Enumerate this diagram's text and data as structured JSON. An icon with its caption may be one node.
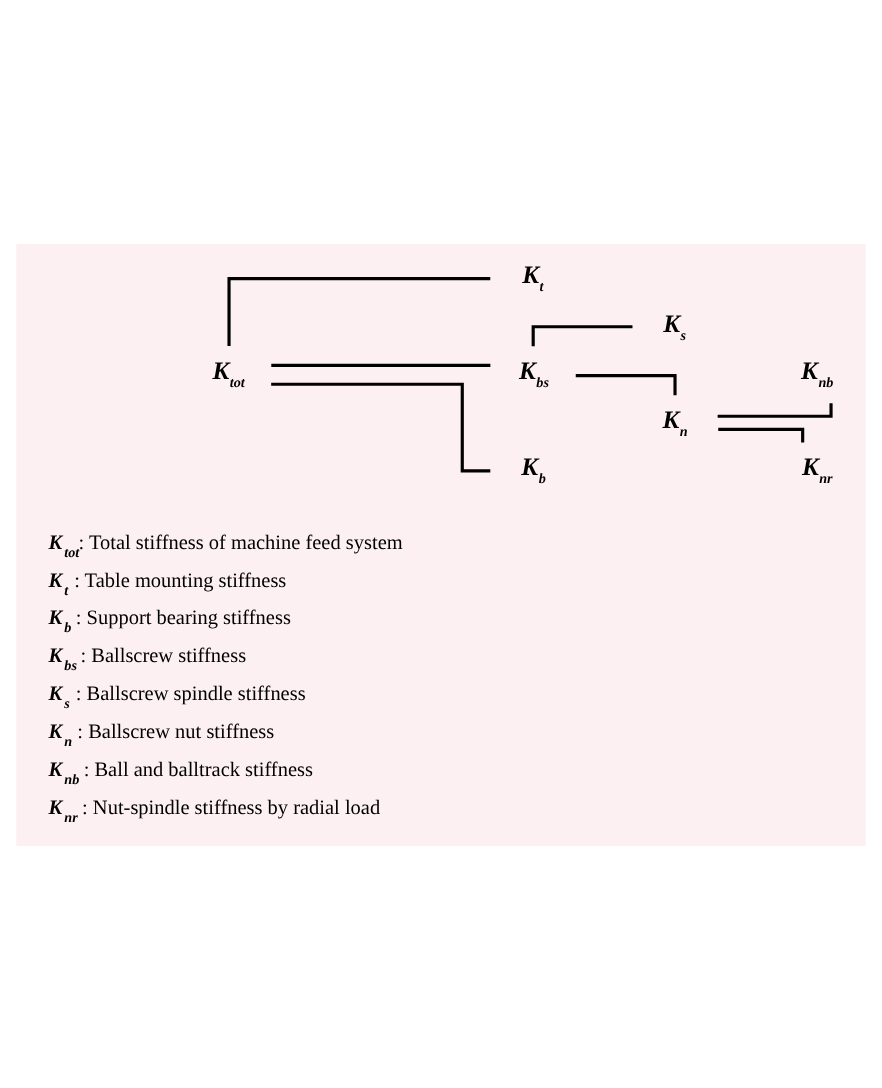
{
  "diagram": {
    "nodes": [
      {
        "text": [
          "K$_{tot}$"
        ]
      },
      {
        "text": [
          "K$_{t}$"
        ]
      },
      {
        "text": [
          "K$_{bs}$"
        ]
      },
      {
        "text": [
          "K$_{b}$"
        ]
      },
      {
        "text": [
          "K$_{s}$"
        ]
      },
      {
        "text": [
          "K$_{n}$"
        ]
      },
      {
        "text": [
          "K$_{nb}$"
        ]
      },
      {
        "text": [
          "K$_{nr}$"
        ]
      }
    ],
    "edges": [
      {
        "from": 0,
        "to": 1,
        "arrow": "none"
      },
      {
        "from": 0,
        "to": 2,
        "arrow": "none"
      },
      {
        "from": 0,
        "to": 3,
        "arrow": "none"
      },
      {
        "from": 2,
        "to": 4,
        "arrow": "none"
      },
      {
        "from": 2,
        "to": 5,
        "arrow": "none"
      },
      {
        "from": 5,
        "to": 6,
        "arrow": "none"
      },
      {
        "from": 5,
        "to": 7,
        "arrow": "none"
      }
    ],
    "labels": [
      "**K$_{tot}$**: Total stiffness of machine feed system",
      "**K$_{t}$** : Table mounting stiffness",
      "**K$_{b}$** : Support bearing stiffness",
      "**K$_{bs}$** : Ballscrew stiffness",
      "**K$_{s}$** : Ballscrew spindle stiffness",
      "**K$_{n}$** : Ballscrew nut stiffness",
      "**K$_{nb}$** : Ball and balltrack stiffness",
      "**K$_{nr}$** : Nut-spindle stiffness by radial load"
    ]
  }
}
